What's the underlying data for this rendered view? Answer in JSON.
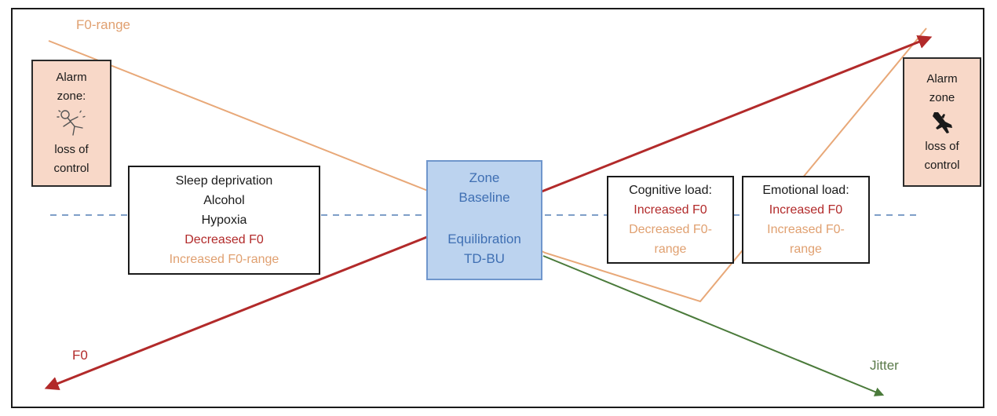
{
  "labels": {
    "f0_range": "F0-range",
    "f0": "F0",
    "jitter": "Jitter"
  },
  "alarm_left": {
    "lines": [
      "Alarm",
      "zone:",
      "loss of",
      "control"
    ],
    "icon": "falling-person-icon"
  },
  "alarm_right": {
    "lines": [
      "Alarm",
      "zone",
      "loss of",
      "control"
    ],
    "icon": "crashing-airplane-icon"
  },
  "sleep_box": {
    "line1": "Sleep deprivation",
    "line2": "Alcohol",
    "line3": "Hypoxia",
    "line4": "Decreased F0",
    "line5": "Increased F0-range"
  },
  "baseline_box": {
    "line1": "Zone",
    "line2": "Baseline",
    "line3": "Equilibration",
    "line4": "TD-BU"
  },
  "cognitive_box": {
    "line1": "Cognitive load:",
    "line2": "Increased F0",
    "line3": "Decreased F0-",
    "line4": "range"
  },
  "emotional_box": {
    "line1": "Emotional load:",
    "line2": "Increased F0",
    "line3": "Increased F0-",
    "line4": "range"
  },
  "colors": {
    "f0_line": "#b22a2a",
    "f0_range_line": "#e8a878",
    "jitter_line": "#4a7a3a",
    "baseline_dashes": "#7f9fc8",
    "alarm_fill": "#f8d8c8",
    "baseline_fill": "#bcd3ef"
  }
}
